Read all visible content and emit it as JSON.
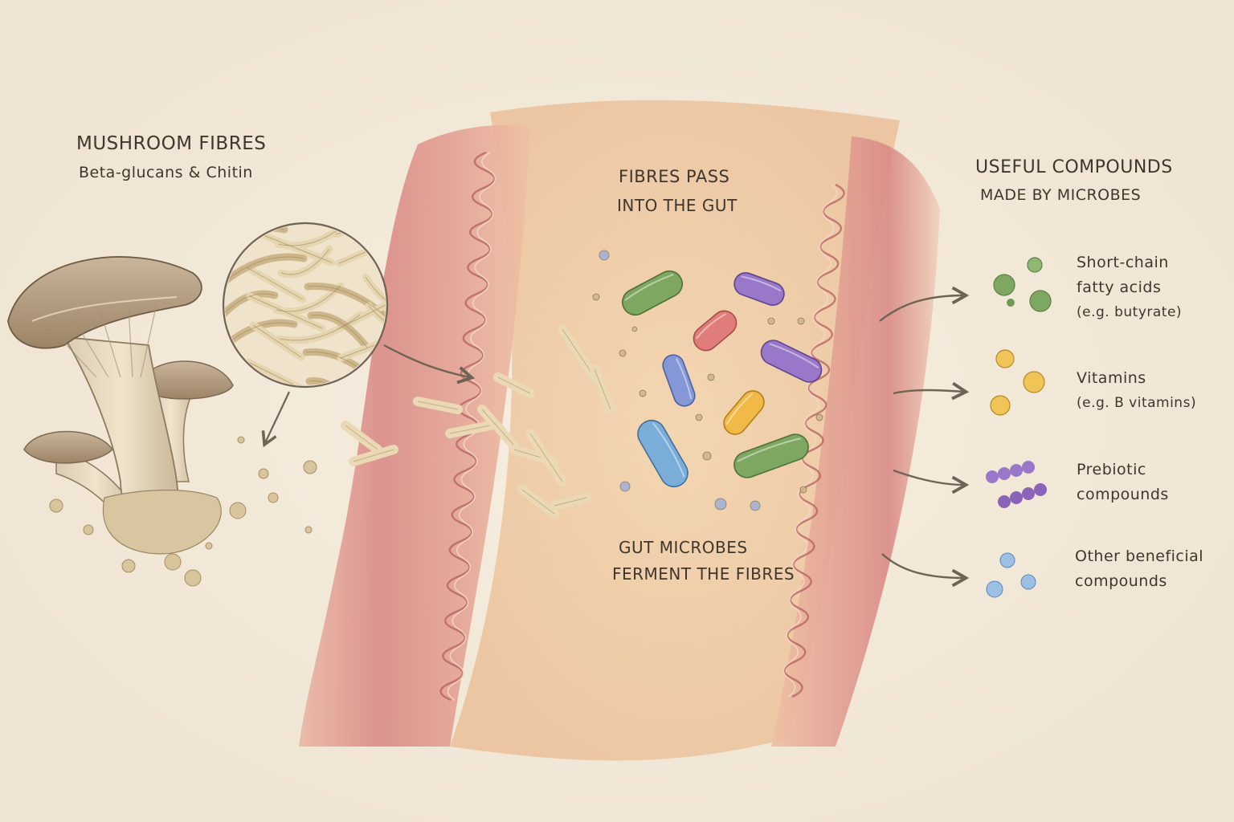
{
  "mushroom": {
    "title": "MUSHROOM FIBRES",
    "subtitle": "Beta-glucans & Chitin"
  },
  "gut": {
    "top_line1": "FIBRES PASS",
    "top_line2": "INTO THE GUT",
    "bottom_line1": "GUT MICROBES",
    "bottom_line2": "FERMENT THE FIBRES"
  },
  "compounds": {
    "title_line1": "USEFUL COMPOUNDS",
    "title_line2": "MADE BY MICROBES",
    "items": [
      {
        "line1": "Short-chain",
        "line2": "fatty acids",
        "line3": "(e.g. butyrate)",
        "icon": "green-molecule-icon",
        "color": "#6f9a55"
      },
      {
        "line1": "Vitamins",
        "line2": "(e.g. B vitamins)",
        "icon": "yellow-molecule-icon",
        "color": "#e3b23c"
      },
      {
        "line1": "Prebiotic",
        "line2": "compounds",
        "icon": "purple-chain-icon",
        "color": "#8a64b8"
      },
      {
        "line1": "Other beneficial",
        "line2": "compounds",
        "icon": "blue-molecule-icon",
        "color": "#7ea6cf"
      }
    ]
  },
  "colors": {
    "background": "#f3ebdc",
    "gut_wall": "#d98a86",
    "lumen": "#efc9a0",
    "fibre": "#e2cfa5",
    "text": "#3f362d"
  }
}
